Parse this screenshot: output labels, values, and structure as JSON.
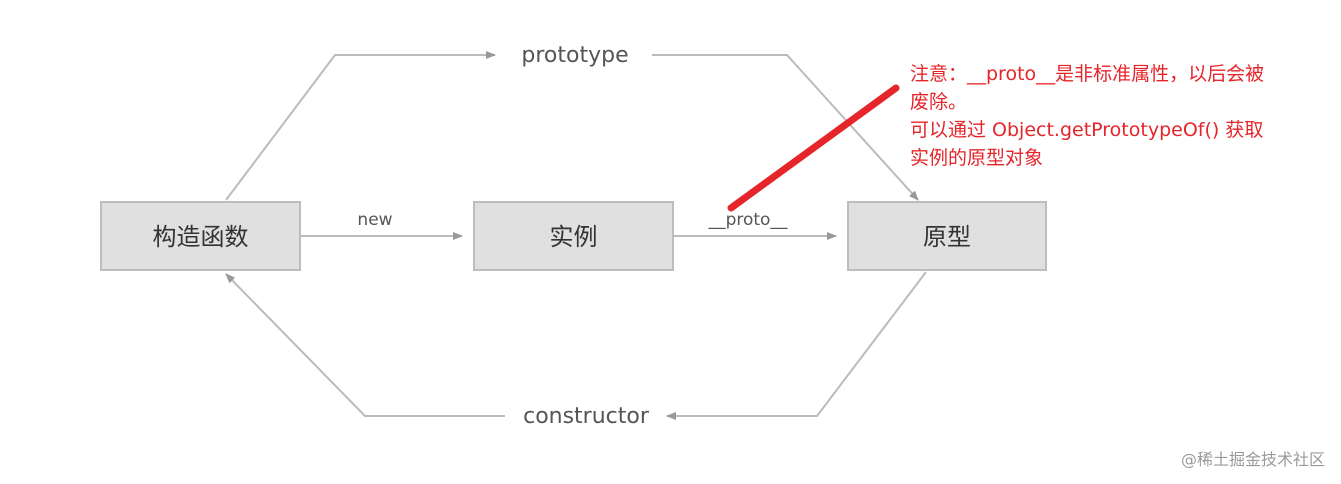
{
  "nodes": {
    "constructor_fn": "构造函数",
    "instance": "实例",
    "prototype_obj": "原型"
  },
  "edges": {
    "new": "new",
    "proto": "__proto__",
    "prototype": "prototype",
    "constructor": "constructor"
  },
  "note": {
    "line1": "注意：__proto__是非标准属性，以后会被",
    "line2": "废除。",
    "line3": "可以通过 Object.getPrototypeOf() 获取",
    "line4": "实例的原型对象"
  },
  "watermark": "@稀土掘金技术社区",
  "colors": {
    "box_fill": "#e0e0e0",
    "box_border": "#bdbdbd",
    "line": "#bbbbbb",
    "arrow": "#999999",
    "note": "#e5252a"
  }
}
